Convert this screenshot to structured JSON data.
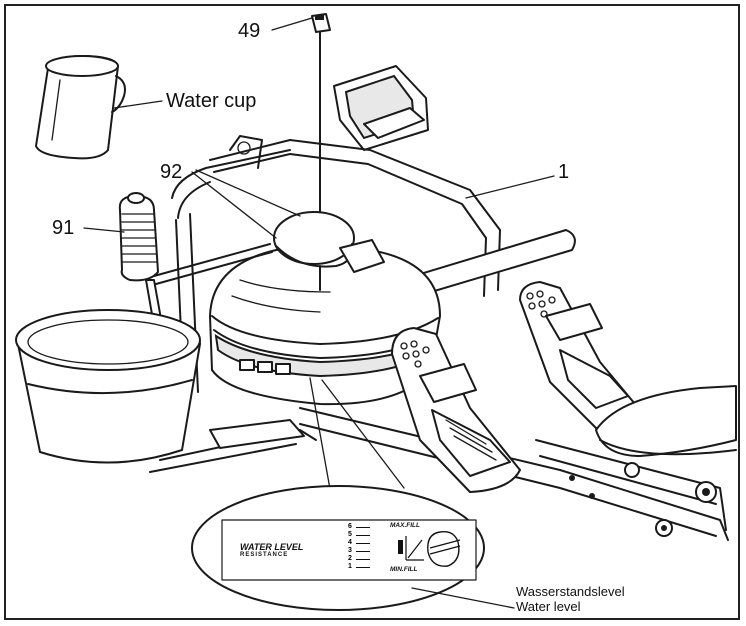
{
  "callouts": {
    "part_49": "49",
    "water_cup": "Water cup",
    "part_92": "92",
    "part_1": "1",
    "part_91": "91"
  },
  "label_plate": {
    "title": "WATER LEVEL",
    "subtitle": "RESISTANCE",
    "levels": [
      "6",
      "5",
      "4",
      "3",
      "2",
      "1"
    ],
    "max_label": "MAX.FILL",
    "min_label": "MIN.FILL"
  },
  "caption": {
    "line1": "Wasserstandslevel",
    "line2": "Water level"
  }
}
